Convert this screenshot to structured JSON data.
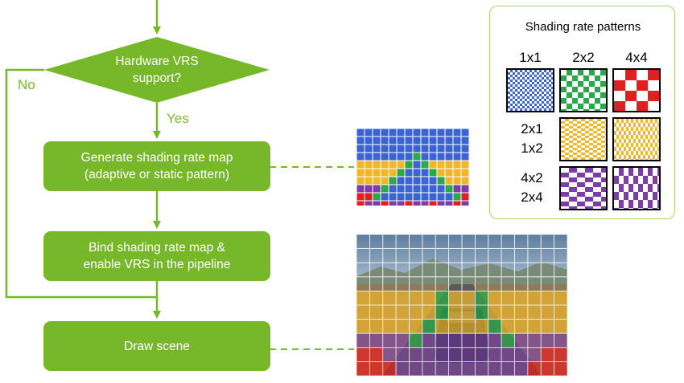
{
  "flowchart": {
    "decision": {
      "line1": "Hardware VRS",
      "line2": "support?"
    },
    "no_label": "No",
    "yes_label": "Yes",
    "step1": {
      "line1": "Generate shading rate map",
      "line2": "(adaptive or static pattern)"
    },
    "step2": {
      "line1": "Bind shading rate map &",
      "line2": "enable VRS in the pipeline"
    },
    "step3": {
      "line1": "Draw scene"
    }
  },
  "legend": {
    "title": "Shading rate patterns",
    "col_headers": [
      "1x1",
      "2x2",
      "4x4"
    ],
    "row2_labels": [
      "2x1",
      "1x2"
    ],
    "row3_labels": [
      "4x2",
      "2x4"
    ]
  },
  "colors": {
    "green": "#76b82a",
    "blue": "#3b64d0",
    "mapgreen": "#2aa84a",
    "yellow": "#f0b72a",
    "red": "#e02020",
    "purple": "#7d3ca8"
  }
}
